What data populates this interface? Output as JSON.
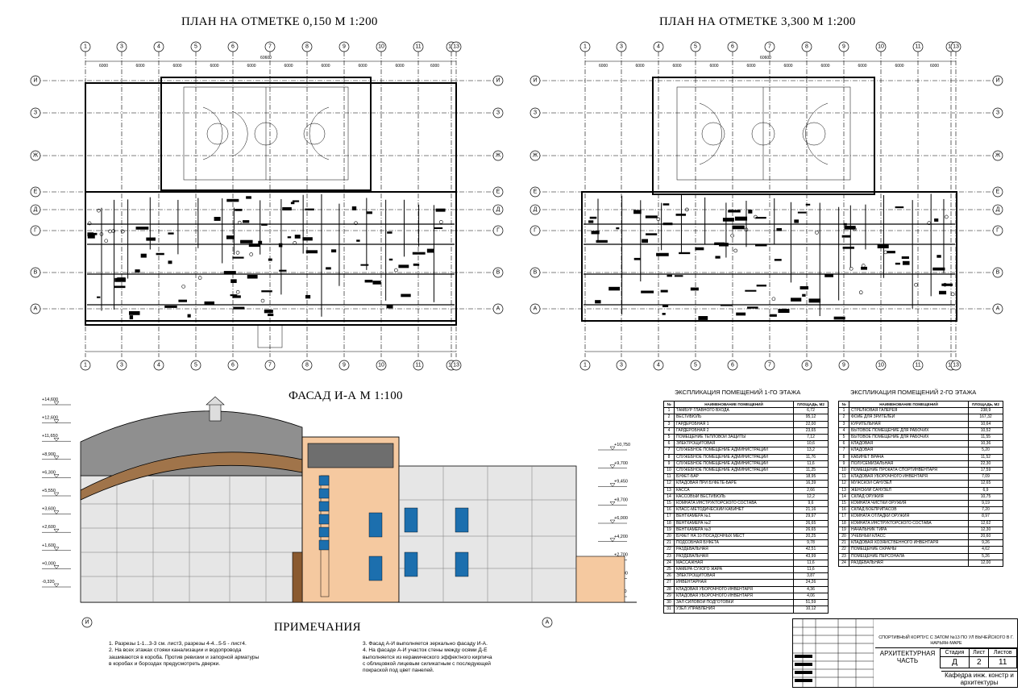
{
  "plan1": {
    "title": "ПЛАН НА ОТМЕТКЕ 0,150    М 1:200",
    "axes_x": [
      "1",
      "3",
      "4",
      "5",
      "6",
      "7",
      "8",
      "9",
      "10",
      "11",
      "12",
      "13"
    ],
    "axes_y": [
      "И",
      "З",
      "Ж",
      "Е",
      "Д",
      "Г",
      "В",
      "А"
    ],
    "overall_dim": "60600",
    "bay_dim": "6000"
  },
  "plan2": {
    "title": "ПЛАН НА ОТМЕТКЕ 3,300    М 1:200",
    "axes_x": [
      "1",
      "3",
      "4",
      "5",
      "6",
      "7",
      "8",
      "9",
      "10",
      "11",
      "12",
      "13"
    ],
    "axes_y": [
      "И",
      "З",
      "Ж",
      "Е",
      "Д",
      "Г",
      "В",
      "А"
    ],
    "overall_dim": "60600",
    "bay_dim": "6000"
  },
  "facade": {
    "title": "ФАСАД   И-А  М 1:100",
    "levels_left": [
      "+14,600",
      "+12,600",
      "+11,650",
      "+8,900",
      "+6,300",
      "+5,550",
      "+3,600",
      "+2,600",
      "+1,600",
      "+0,000",
      "-0,320"
    ],
    "levels_right": [
      "+10,750",
      "+9,700",
      "+9,450",
      "+8,700",
      "+6,000",
      "+4,200",
      "+2,700",
      "+0,900",
      "-1,200"
    ],
    "axis_left": "И",
    "axis_right": "А"
  },
  "notes": {
    "title": "ПРИМЕЧАНИЯ",
    "col1": [
      "1. Разрезы 1-1...3-3 см. лист3, разрезы 4-4...5-5 - лист4.",
      "2. На всех этажах стояки канализации и водопровода",
      "зашиваются в короба. Против ревизии и запорной арматуры",
      "в коробах и бороздах предусмотреть дверки."
    ],
    "col2": [
      "3. Фасад А-И выполняется зеркально фасаду И-А.",
      "4. На фасаде А-И участок стены между осями Д-Е",
      "выполняется из керамического эффектного кирпича",
      "с облицовкой лицевым силикатным с последующей",
      "покраской под цвет панелей."
    ]
  },
  "table1": {
    "title": "ЭКСПЛИКАЦИЯ ПОМЕЩЕНИЙ 1-ГО ЭТАЖА",
    "headers": [
      "№",
      "НАИМЕНОВАНИЕ ПОМЕЩЕНИЙ",
      "ПЛОЩАДЬ, М2"
    ],
    "rows": [
      [
        "1",
        "ТАМБУР ГЛАВНОГО ВХОДА",
        "6,72"
      ],
      [
        "2",
        "ВЕСТИБЮЛЬ",
        "95,12"
      ],
      [
        "3",
        "ГАРДЕРОБНАЯ 1",
        "22,00"
      ],
      [
        "4",
        "ГАРДЕРОБНАЯ 2",
        "23,65"
      ],
      [
        "5",
        "ПОМЕЩЕНИЕ ТЕПЛОВОЙ ЗАЩИТЫ",
        "7,12"
      ],
      [
        "6",
        "ЭЛЕКТРОЩИТОВАЯ",
        "10,6"
      ],
      [
        "7",
        "СЛУЖЕБНОЕ ПОМЕЩЕНИЕ АДМИНИСТРАЦИИ",
        "13,2"
      ],
      [
        "8",
        "СЛУЖЕБНОЕ ПОМЕЩЕНИЕ АДМИНИСТРАЦИИ",
        "11,76"
      ],
      [
        "9",
        "СЛУЖЕБНОЕ ПОМЕЩЕНИЕ АДМИНИСТРАЦИИ",
        "11,6"
      ],
      [
        "10",
        "СЛУЖЕБНОЕ ПОМЕЩЕНИЕ АДМИНИСТРАЦИИ",
        "11,25"
      ],
      [
        "11",
        "БУФЕТ-БАР",
        "18,95"
      ],
      [
        "12",
        "КЛАДОВАЯ ПРИ БУФЕТЕ-БАРЕ",
        "16,39"
      ],
      [
        "13",
        "КАССА",
        "2,66"
      ],
      [
        "14",
        "КАССОВЫЙ ВЕСТИБЮЛЬ",
        "12,2"
      ],
      [
        "15",
        "КОМНАТА ИНСТРУКТОРСКОГО СОСТАВА",
        "9,6"
      ],
      [
        "16",
        "КЛАСС-МЕТОДИЧЕСКИЙ КАБИНЕТ",
        "21,16"
      ],
      [
        "17",
        "ВЕНТКАМЕРА №1",
        "29,97"
      ],
      [
        "18",
        "ВЕНТКАМЕРА №2",
        "26,65"
      ],
      [
        "19",
        "ВЕНТКАМЕРА №3",
        "26,65"
      ],
      [
        "20",
        "БУФЕТ НА 10 ПОСАДОЧНЫХ МЕСТ",
        "20,25"
      ],
      [
        "21",
        "ПОДСОБНАЯ БУФЕТА",
        "9,78"
      ],
      [
        "22",
        "РАЗДЕВАЛЬНАЯ",
        "42,51"
      ],
      [
        "23",
        "РАЗДЕВАЛЬНАЯ",
        "43,99"
      ],
      [
        "24",
        "МАССАЖНАЯ",
        "11,6"
      ],
      [
        "25",
        "КАМЕРА СУХОГО ЖАРА",
        "11,6"
      ],
      [
        "26",
        "ЭЛЕКТРОЩИТОВАЯ",
        "3,87"
      ],
      [
        "27",
        "ИНВЕНТАРНАЯ",
        "24,26"
      ],
      [
        "28",
        "КЛАДОВАЯ УБОРОЧНОГО ИНВЕНТАРЯ",
        "4,36"
      ],
      [
        "29",
        "КЛАДОВАЯ УБОРОЧНОГО ИНВЕНТАРЯ",
        "4,06"
      ],
      [
        "30",
        "ЗАЛ СИЛОВОЙ ПОДГОТОВКИ",
        "51,59"
      ],
      [
        "31",
        "УЗЕЛ УПРАВЛЕНИЯ",
        "10,12"
      ]
    ]
  },
  "table2": {
    "title": "ЭКСПЛИКАЦИЯ ПОМЕЩЕНИЙ 2-ГО ЭТАЖА",
    "headers": [
      "№",
      "НАИМЕНОВАНИЕ ПОМЕЩЕНИЙ",
      "ПЛОЩАДЬ, М2"
    ],
    "rows": [
      [
        "1",
        "СТРЕЛКОВАЯ ГАЛЕРЕЯ",
        "238,9"
      ],
      [
        "2",
        "ФОЙЕ ДЛЯ ЗРИТЕЛЕЙ",
        "167,32"
      ],
      [
        "3",
        "КУРИТЕЛЬНАЯ",
        "10,64"
      ],
      [
        "4",
        "БЫТОВОЕ ПОМЕЩЕНИЕ ДЛЯ РАБОЧИХ",
        "10,52"
      ],
      [
        "5",
        "БЫТОВОЕ ПОМЕЩЕНИЕ ДЛЯ РАБОЧИХ",
        "11,55"
      ],
      [
        "6",
        "КЛАДОВАЯ",
        "10,36"
      ],
      [
        "7",
        "КЛАДОВАЯ",
        "5,20"
      ],
      [
        "8",
        "КАБИНЕТ ВРАЧА",
        "11,52"
      ],
      [
        "9",
        "ПОЛУСЕМИЗАЛЬНАЯ",
        "22,30"
      ],
      [
        "10",
        "ПОМЕЩЕНИЕ ПРОКАТА СПОРТИНВЕНТАРЯ",
        "17,59"
      ],
      [
        "11",
        "КЛАДОВАЯ УБОРОЧНОГО ИНВЕНТАРЯ",
        "7,09"
      ],
      [
        "12",
        "МУЖСКОЙ САНУЗЕЛ",
        "12,65"
      ],
      [
        "13",
        "ЖЕНСКИЙ САНУЗЕЛ",
        "6,9"
      ],
      [
        "14",
        "СКЛАД ОРУЖИЯ",
        "10,75"
      ],
      [
        "15",
        "КОМНАТА ЧИСТКИ ОРУЖИЯ",
        "9,19"
      ],
      [
        "16",
        "СКЛАД БОЕПРИПАСОВ",
        "7,20"
      ],
      [
        "17",
        "КОМНАТА ОТЛАДКИ ОРУЖИЯ",
        "8,97"
      ],
      [
        "18",
        "КОМНАТА ИНСТРУКТОРСКОГО СОСТАВА",
        "12,62"
      ],
      [
        "19",
        "НАЧАЛЬНИК ТИРА",
        "12,30"
      ],
      [
        "20",
        "УЧЕБНЫЙ КЛАСС",
        "20,60"
      ],
      [
        "21",
        "КЛАДОВАЯ ХОЗЯЙСТВЕННОГО ИНВЕНТАРЯ",
        "9,26"
      ],
      [
        "22",
        "ПОМЕЩЕНИЕ ОХРАНЫ",
        "4,62"
      ],
      [
        "23",
        "ПОМЕЩЕНИЕ ПЕРСОНАЛА",
        "5,26"
      ],
      [
        "24",
        "РАЗДЕВАЛЬНАЯ",
        "12,00"
      ]
    ]
  },
  "stamp": {
    "project": "СПОРТИВНЫЙ КОРПУС С ЗАТОМ №13 ПО УЛ ВЫЧЕЙСКОГО В Г. НАРЬЯН-МАРЕ",
    "section": "АРХИТЕКТУРНАЯ ЧАСТЬ",
    "h_stage": "Стадия",
    "h_sheet": "Лист",
    "h_sheets": "Листов",
    "stage": "Д",
    "sheet": "2",
    "sheets": "11",
    "org": "Кафедра инж. констр и архитектуры"
  },
  "colors": {
    "facade_orange": "#f5c9a0",
    "facade_gray": "#e6e6e6",
    "roof_brown": "#a0744a",
    "window_blue": "#1c6fae",
    "dome_gray": "#8f8f8f"
  }
}
